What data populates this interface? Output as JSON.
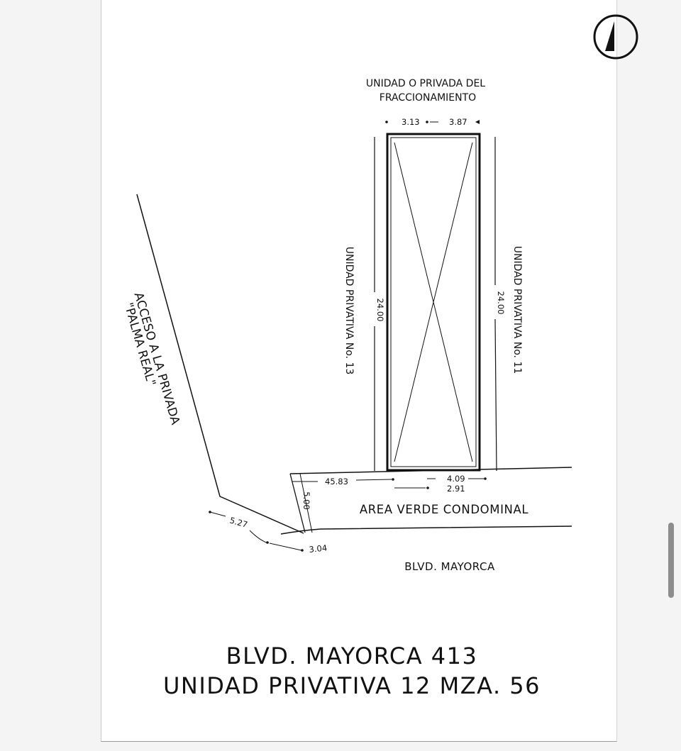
{
  "plan": {
    "north_unit_label_line1": "UNIDAD O PRIVADA DEL",
    "north_unit_label_line2": "FRACCIONAMIENTO",
    "west_unit_label": "UNIDAD PRIVATIVA No. 13",
    "east_unit_label": "UNIDAD PRIVATIVA No. 11",
    "access_label_line1": "ACCESO A LA PRIVADA",
    "access_label_line2": "\"PALMA REAL\"",
    "green_area_label": "AREA VERDE CONDOMINAL",
    "boulevard_label": "BLVD. MAYORCA"
  },
  "dimensions": {
    "top_left": "3.13",
    "top_right": "3.87",
    "left_depth": "24.00",
    "right_depth": "24.00",
    "front_left": "45.83",
    "front_right": "4.09",
    "front_inner": "2.91",
    "setback": "5.00",
    "curve_a": "5.27",
    "curve_b": "3.04"
  },
  "title": {
    "line1": "BLVD. MAYORCA 413",
    "line2": "UNIDAD PRIVATIVA 12 MZA. 56"
  },
  "colors": {
    "ink": "#111111",
    "page": "#ffffff",
    "background": "#f4f4f4"
  }
}
